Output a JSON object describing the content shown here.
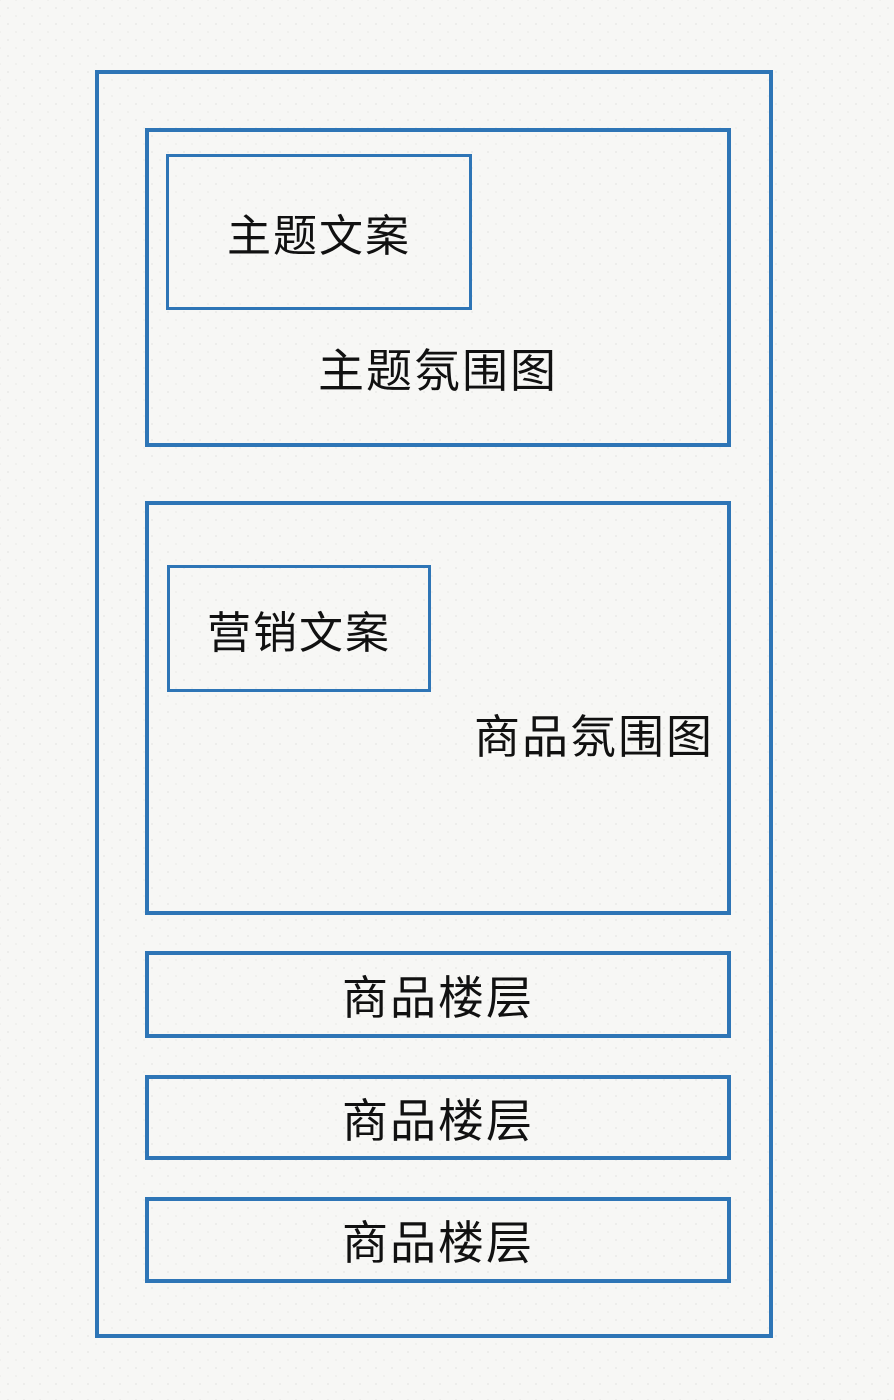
{
  "colors": {
    "border": "#2E75B6",
    "background": "#f7f7f5",
    "text": "#111111"
  },
  "diagram": {
    "theme_section": {
      "label": "主题氛围图",
      "copy_box_label": "主题文案"
    },
    "product_section": {
      "label": "商品氛围图",
      "copy_box_label": "营销文案"
    },
    "floors": [
      {
        "label": "商品楼层"
      },
      {
        "label": "商品楼层"
      },
      {
        "label": "商品楼层"
      }
    ]
  }
}
